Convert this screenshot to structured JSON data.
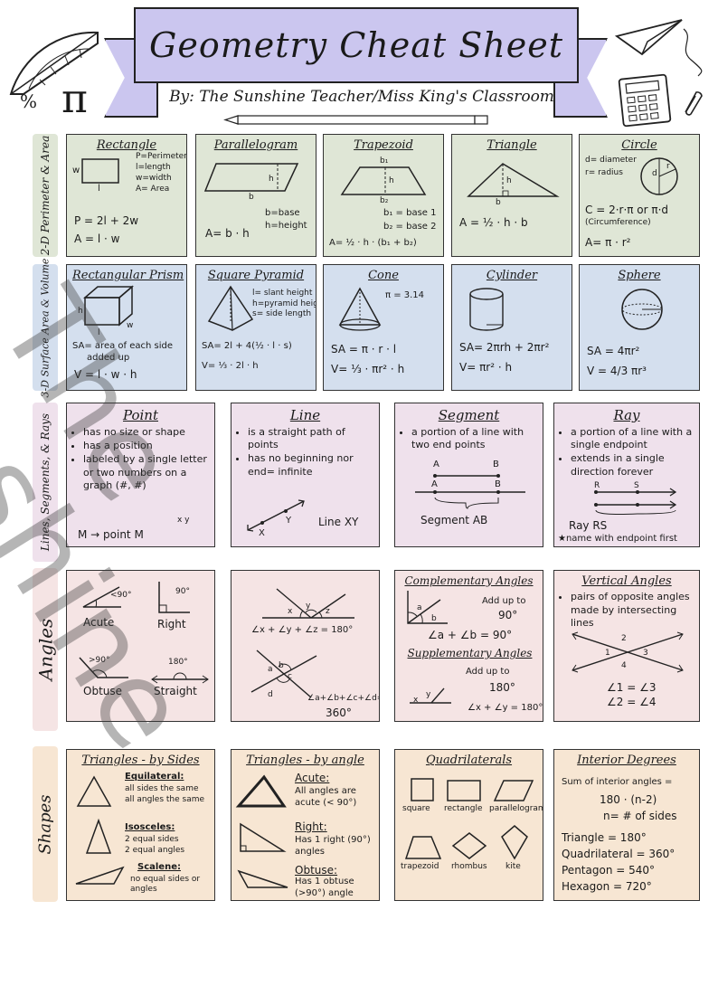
{
  "header": {
    "title": "Geometry Cheat Sheet",
    "byline": "By: The Sunshine Teacher/Miss King's Classroom",
    "percent": "%",
    "pi": "π"
  },
  "sections": {
    "perimeter_area": "2-D Perimeter & Area",
    "surface_volume": "3-D Surface Area & Volume",
    "lines": "Lines, Segments, & Rays",
    "angles": "Angles",
    "shapes": "Shapes"
  },
  "rectangle": {
    "title": "Rectangle",
    "legend": [
      "P=Perimeter",
      "l=length",
      "w=width",
      "A= Area"
    ],
    "w": "w",
    "l": "l",
    "f1": "P = 2l + 2w",
    "f2": "A = l · w"
  },
  "parallelogram": {
    "title": "Parallelogram",
    "h": "h",
    "b": "b",
    "legend1": "b=base",
    "legend2": "h=height",
    "formula": "A= b · h"
  },
  "trapezoid": {
    "title": "Trapezoid",
    "b1": "b₁",
    "h": "h",
    "b2": "b₂",
    "legend1": "b₁ = base 1",
    "legend2": "b₂ = base 2",
    "formula": "A= ½ · h · (b₁ + b₂)"
  },
  "triangle": {
    "title": "Triangle",
    "h": "h",
    "b": "b",
    "formula": "A = ½ · h · b"
  },
  "circle": {
    "title": "Circle",
    "legend1": "d= diameter",
    "legend2": "r= radius",
    "d": "d",
    "r": "r",
    "f1": "C = 2·r·π or π·d",
    "f1_note": "(Circumference)",
    "f2": "A= π · r²"
  },
  "prism": {
    "title": "Rectangular Prism",
    "h": "h",
    "l": "l",
    "w": "w",
    "f1a": "SA= area of each side",
    "f1b": "added up",
    "f2": "V = l · w · h"
  },
  "pyramid": {
    "title": "Square Pyramid",
    "legend1": "l= slant height",
    "legend2": "h=pyramid height",
    "legend3": "s= side length",
    "f1": "SA= 2l + 4(½ · l · s)",
    "f2": "V= ⅓ · 2l · h"
  },
  "cone": {
    "title": "Cone",
    "pi": "π = 3.14",
    "f1": "SA = π · r · l",
    "f2": "V= ⅓ · πr² · h"
  },
  "cylinder": {
    "title": "Cylinder",
    "f1": "SA= 2πrh + 2πr²",
    "f2": "V= πr² · h"
  },
  "sphere": {
    "title": "Sphere",
    "f1": "SA = 4πr²",
    "f2": "V = 4/3 πr³"
  },
  "point": {
    "title": "Point",
    "bullets": [
      "has no size or shape",
      "has a position",
      "labeled by a single letter or two numbers on a graph (#, #)"
    ],
    "graph": "x  y",
    "example": "M → point M"
  },
  "line": {
    "title": "Line",
    "bullets": [
      "is a straight path of points",
      "has no beginning nor end= infinite"
    ],
    "x": "X",
    "y": "Y",
    "label": "Line XY"
  },
  "segment": {
    "title": "Segment",
    "bullets": [
      "a portion of a line with two end points"
    ],
    "a": "A",
    "b": "B",
    "label": "Segment AB"
  },
  "ray": {
    "title": "Ray",
    "bullets": [
      "a portion of a line with a single endpoint",
      "extends in a single direction forever"
    ],
    "r": "R",
    "s": "S",
    "label": "Ray RS",
    "note": "★name with endpoint first"
  },
  "angle_types": {
    "acute_deg": "<90°",
    "acute": "Acute",
    "right_deg": "90°",
    "right": "Right",
    "obtuse_deg": ">90°",
    "obtuse": "Obtuse",
    "straight_deg": "180°",
    "straight": "Straight"
  },
  "angle_sums": {
    "x": "x",
    "y": "y",
    "z": "z",
    "eq1": "∠x + ∠y + ∠z = 180°",
    "a": "a",
    "b": "b",
    "c": "c",
    "d": "d",
    "eq2a": "∠a+∠b+∠c+∠d=",
    "eq2b": "360°"
  },
  "comp_supp": {
    "title1": "Complementary Angles",
    "note1a": "Add up to",
    "note1b": "90°",
    "a": "a",
    "b": "b",
    "eq1": "∠a + ∠b = 90°",
    "title2": "Supplementary Angles",
    "note2a": "Add up to",
    "note2b": "180°",
    "x": "x",
    "y": "y",
    "eq2": "∠x + ∠y = 180°"
  },
  "vertical": {
    "title": "Vertical Angles",
    "bullets": [
      "pairs of opposite angles made by intersecting lines"
    ],
    "n1": "1",
    "n2": "2",
    "n3": "3",
    "n4": "4",
    "eq1": "∠1 = ∠3",
    "eq2": "∠2 = ∠4"
  },
  "tri_sides": {
    "title": "Triangles - by Sides",
    "equilateral": "Equilateral:",
    "equilateral_notes": [
      "all sides the same",
      "all angles the same"
    ],
    "isosceles": "Isosceles:",
    "isosceles_notes": [
      "2 equal sides",
      "2 equal angles"
    ],
    "scalene": "Scalene:",
    "scalene_notes": [
      "no equal sides or angles"
    ]
  },
  "tri_angles": {
    "title": "Triangles - by angle",
    "acute": "Acute:",
    "acute_notes": [
      "All angles are acute (< 90°)"
    ],
    "right": "Right:",
    "right_notes": [
      "Has 1 right (90°) angles"
    ],
    "obtuse": "Obtuse:",
    "obtuse_notes": [
      "Has 1 obtuse (>90°) angle"
    ]
  },
  "quads": {
    "title": "Quadrilaterals",
    "items": [
      "square",
      "rectangle",
      "parallelogram",
      "trapezoid",
      "rhombus",
      "kite"
    ]
  },
  "interior": {
    "title": "Interior Degrees",
    "l1": "Sum of interior angles =",
    "l2": "180 · (n-2)",
    "l3": "n= # of sides",
    "items": [
      "Triangle = 180°",
      "Quadrilateral = 360°",
      "Pentagon = 540°",
      "Hexagon = 720°"
    ]
  },
  "watermark": {
    "l1": "The",
    "l2": "Sunshine",
    "l3": "Teacher"
  },
  "colors": {
    "banner": "#cbc6ef",
    "row1": "#dfe6d6",
    "row2": "#d4dfee",
    "row3": "#efe1ec",
    "row4": "#f5e4e4",
    "row5": "#f7e6d3"
  }
}
